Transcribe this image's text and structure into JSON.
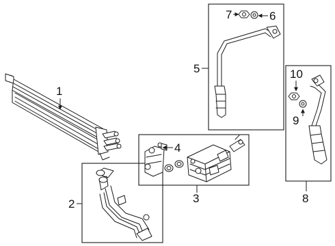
{
  "diagram": {
    "callouts": [
      {
        "id": "1",
        "label": "1"
      },
      {
        "id": "2",
        "label": "2"
      },
      {
        "id": "3",
        "label": "3"
      },
      {
        "id": "4",
        "label": "4"
      },
      {
        "id": "5",
        "label": "5"
      },
      {
        "id": "6",
        "label": "6"
      },
      {
        "id": "7",
        "label": "7"
      },
      {
        "id": "8",
        "label": "8"
      },
      {
        "id": "9",
        "label": "9"
      },
      {
        "id": "10",
        "label": "10"
      }
    ],
    "colors": {
      "stroke": "#1a1a1a",
      "background": "#ffffff"
    }
  }
}
